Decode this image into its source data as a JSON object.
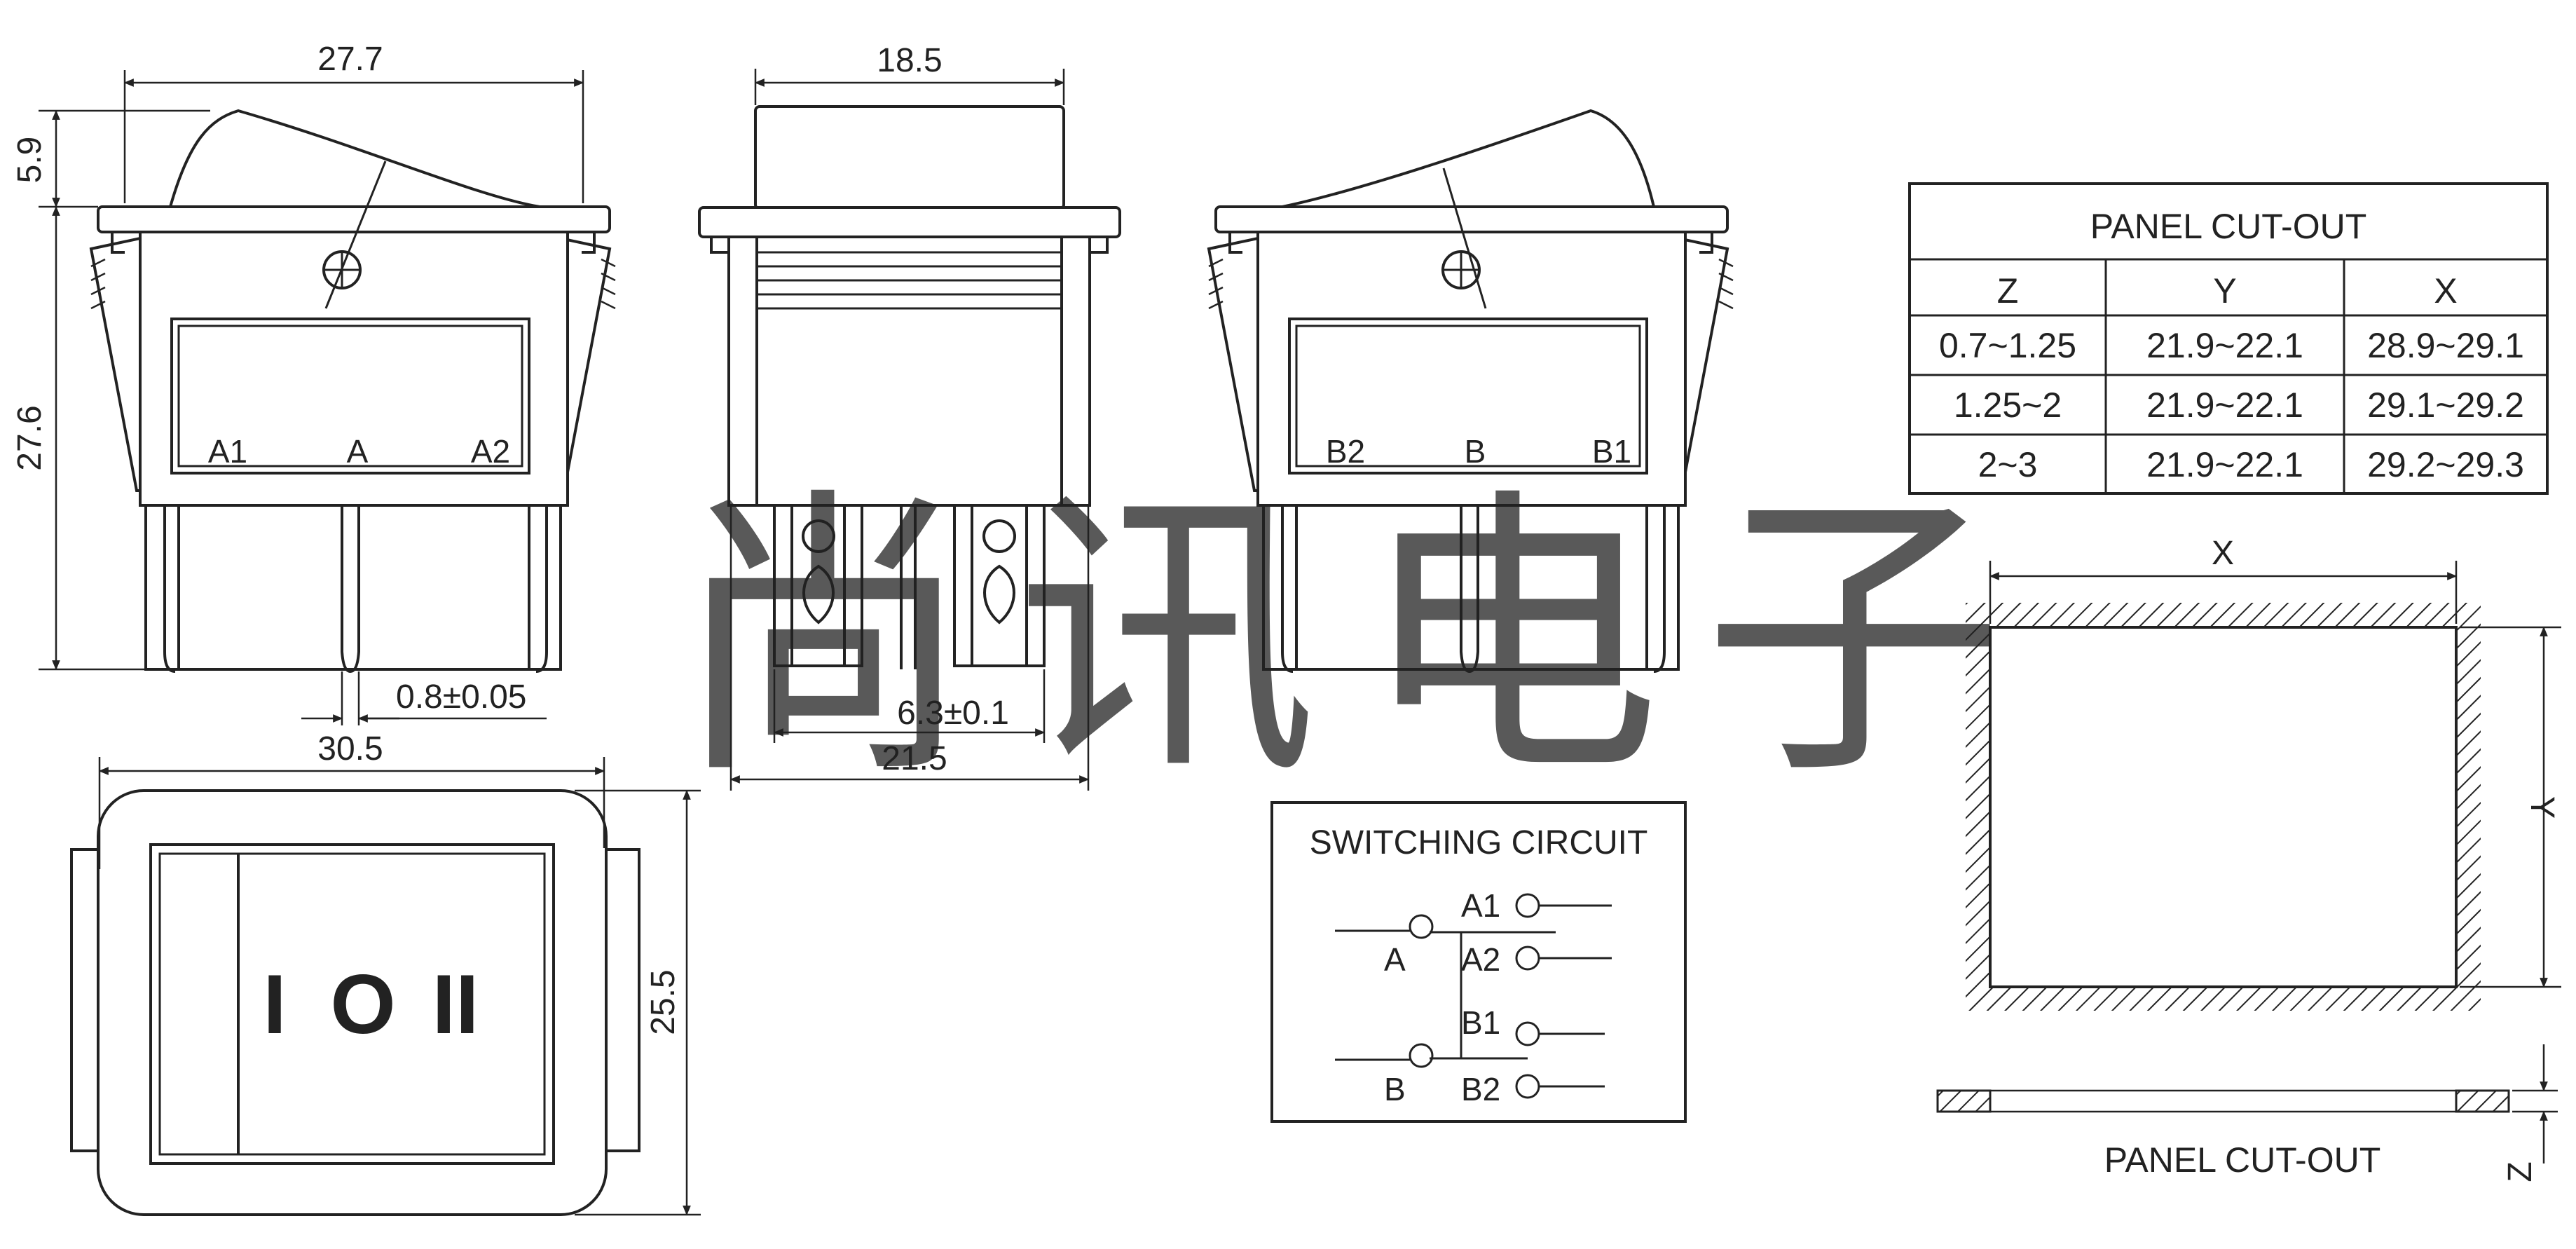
{
  "dimensions": {
    "front_width": "27.7",
    "rocker_height": "5.9",
    "body_height": "27.6",
    "side_width": "18.5",
    "pin_thickness": "0.8±0.05",
    "bezel_width": "30.5",
    "terminal_width": "6.3±0.1",
    "side_body_width": "21.5",
    "bezel_height": "25.5"
  },
  "front_view": {
    "terminals": [
      "A1",
      "A",
      "A2"
    ]
  },
  "rear_view": {
    "terminals": [
      "B2",
      "B",
      "B1"
    ]
  },
  "top_view": {
    "symbols": [
      "I",
      "O",
      "II"
    ]
  },
  "cutout_table": {
    "title": "PANEL CUT-OUT",
    "headers": [
      "Z",
      "Y",
      "X"
    ],
    "rows": [
      [
        "0.7~1.25",
        "21.9~22.1",
        "28.9~29.1"
      ],
      [
        "1.25~2",
        "21.9~22.1",
        "29.1~29.2"
      ],
      [
        "2~3",
        "21.9~22.1",
        "29.2~29.3"
      ]
    ]
  },
  "cutout_drawing": {
    "x_label": "X",
    "y_label": "Y",
    "z_label": "Z",
    "caption": "PANEL CUT-OUT"
  },
  "circuit": {
    "title": "SWITCHING CIRCUIT",
    "labels": {
      "a1": "A1",
      "a": "A",
      "a2": "A2",
      "b1": "B1",
      "b": "B",
      "b2": "B2"
    }
  },
  "watermark": "尚讯电子",
  "colors": {
    "line": "#222222",
    "watermark": "#f08a8a",
    "background": "#ffffff"
  }
}
